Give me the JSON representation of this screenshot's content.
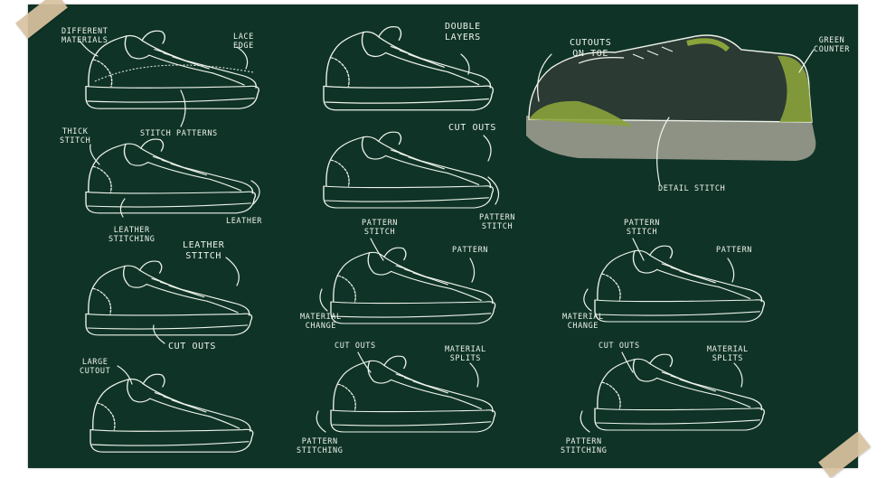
{
  "colors": {
    "board": "#0f3327",
    "chalk": "#eef3ea",
    "accent": "#8aa33a",
    "sole": "#b9b3a4",
    "tape": "#d9c3a0"
  },
  "labels": {
    "different_materials": "DIFFERENT\nMATERIALS",
    "lace_edge": "LACE\nEDGE",
    "stitch_patterns": "STITCH PATTERNS",
    "thick_stitch": "THICK\nSTITCH",
    "leather_stitching": "LEATHER\nSTITCHING",
    "leather": "LEATHER",
    "leather_stitch": "LEATHER\nSTITCH",
    "cut_outs_1": "CUT OUTS",
    "large_cutout": "LARGE\nCUTOUT",
    "double_layers": "DOUBLE\nLAYERS",
    "cut_outs_2": "CUT OUTS",
    "pattern_stitch_1": "PATTERN\nSTITCH",
    "pattern_stitch_2": "PATTERN\nSTITCH",
    "pattern_1": "PATTERN",
    "material_change_1": "MATERIAL\nCHANGE",
    "cut_outs_3": "CUT OUTS",
    "material_splits_1": "MATERIAL\nSPLITS",
    "pattern_stitching_1": "PATTERN\nSTITCHING",
    "cutouts_on_toe": "CUTOUTS\nON TOE",
    "green_counter": "GREEN\nCOUNTER",
    "detail_stitch": "DETAIL STITCH",
    "pattern_stitch_3": "PATTERN\nSTITCH",
    "pattern_2": "PATTERN",
    "material_change_2": "MATERIAL\nCHANGE",
    "cut_outs_4": "CUT OUTS",
    "material_splits_2": "MATERIAL\nSPLITS",
    "pattern_stitching_2": "PATTERN\nSTITCHING"
  },
  "sketches": [
    {
      "name": "sketch-1",
      "variant": "stitch-lace"
    },
    {
      "name": "sketch-2",
      "variant": "double-layers"
    },
    {
      "name": "sketch-3",
      "variant": "thick-stitch"
    },
    {
      "name": "sketch-4",
      "variant": "cut-outs"
    },
    {
      "name": "sketch-5",
      "variant": "leather-stitch"
    },
    {
      "name": "sketch-6",
      "variant": "pattern-stitch"
    },
    {
      "name": "sketch-7",
      "variant": "large-cutout"
    },
    {
      "name": "sketch-8",
      "variant": "material-splits"
    },
    {
      "name": "sketch-9",
      "variant": "colored-render"
    },
    {
      "name": "sketch-10",
      "variant": "pattern-stitch-script"
    },
    {
      "name": "sketch-11",
      "variant": "material-splits-script"
    }
  ]
}
